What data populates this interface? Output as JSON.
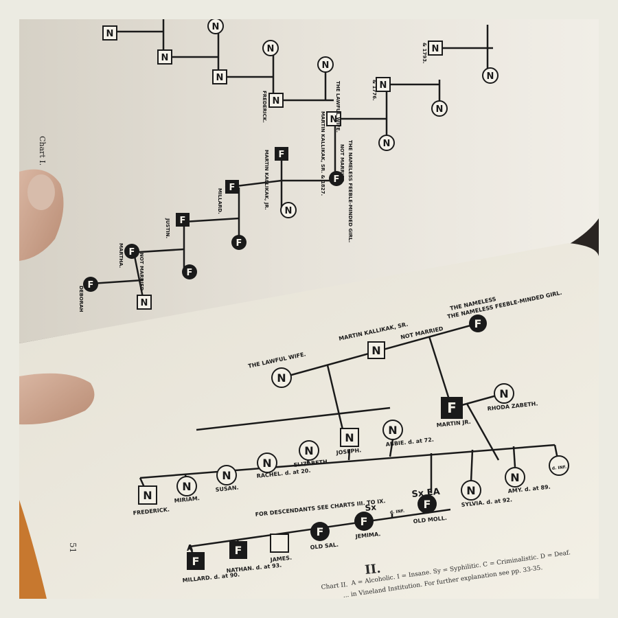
{
  "top_page": {
    "chart_label": "Chart I.",
    "labels": [
      "THE LAWFUL WIFE.",
      "MARTIN KALLIKAK, SR. & 1827.",
      "MARTIN KALLIKAK, JR.",
      "THE NAMELESS FEEBLE-MINDED GIRL.",
      "NOT MARRIED",
      "FREDERICK.",
      "MILLARD.",
      "JUSTIN.",
      "MARTHA.",
      "NOT MARRIED",
      "DEBORAH",
      "& 1776.",
      "& 1793."
    ]
  },
  "bottom_page": {
    "page_number": "51",
    "chart_number": "II.",
    "chart_title": "Chart II.",
    "legend_line1": "A = Alcoholic.  I = Insane.  Sy = Syphilitic.  C = Criminalistic.  D = Deaf.",
    "legend_line2": "... in Vineland Institution.  For further explanation see pp. 33-35.",
    "descendants_note": "FOR DESCENDANTS SEE CHARTS III. TO IX.",
    "people": {
      "nameless_girl": "THE NAMELESS FEEBLE-MINDED GIRL.",
      "martin_sr": "MARTIN KALLIKAK, SR.",
      "not_married": "NOT MARRIED",
      "lawful_wife": "THE LAWFUL WIFE.",
      "martin_jr": "MARTIN JR.",
      "rhoda": "RHODA ZABETH.",
      "joseph": "JOSEPH.",
      "abbie": "ABBIE. d. at 72.",
      "elizabeth": "ELIZABETH.",
      "rachel": "RACHEL. d. at 20.",
      "susan": "SUSAN.",
      "miriam": "MIRIAM.",
      "frederick": "FREDERICK.",
      "sylvia": "SYLVIA. d. at 92.",
      "amy": "AMY. d. at 89.",
      "inf1": "d. INF.",
      "inf2": "d. INF.",
      "old_moll": "OLD MOLL.",
      "jemima": "JEMIMA.",
      "old_sal": "OLD SAL.",
      "james": "JAMES.",
      "nathan": "NATHAN. d. at 93.",
      "millard": "MILLARD. d. at 90."
    },
    "marks": {
      "sx": "Sx",
      "sxea": "Sx EA",
      "a": "A"
    }
  },
  "colors": {
    "page": "#efebe1",
    "ink": "#1a1a1a",
    "shadow": "#2a2522"
  }
}
